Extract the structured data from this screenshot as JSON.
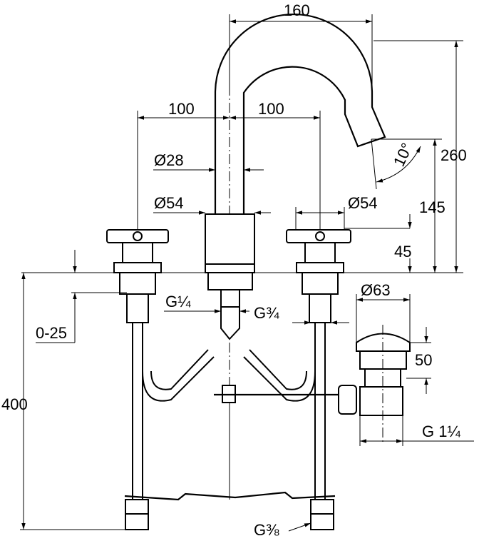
{
  "drawing": {
    "dimensions": {
      "spout_reach": "160",
      "left_spacing": "100",
      "right_spacing": "100",
      "spout_diameter": "Ø28",
      "spout_base_diameter": "Ø54",
      "handle_base_diameter": "Ø54",
      "total_height": "260",
      "spout_outlet_height": "145",
      "handle_height": "45",
      "spout_angle": "10°",
      "handle_thread": "G¼",
      "spout_thread": "G¾",
      "deck_thickness": "0-25",
      "hose_length": "400",
      "waste_diameter": "Ø63",
      "waste_height": "50",
      "waste_thread": "G 1¼",
      "hose_connection": "G⅜"
    }
  }
}
